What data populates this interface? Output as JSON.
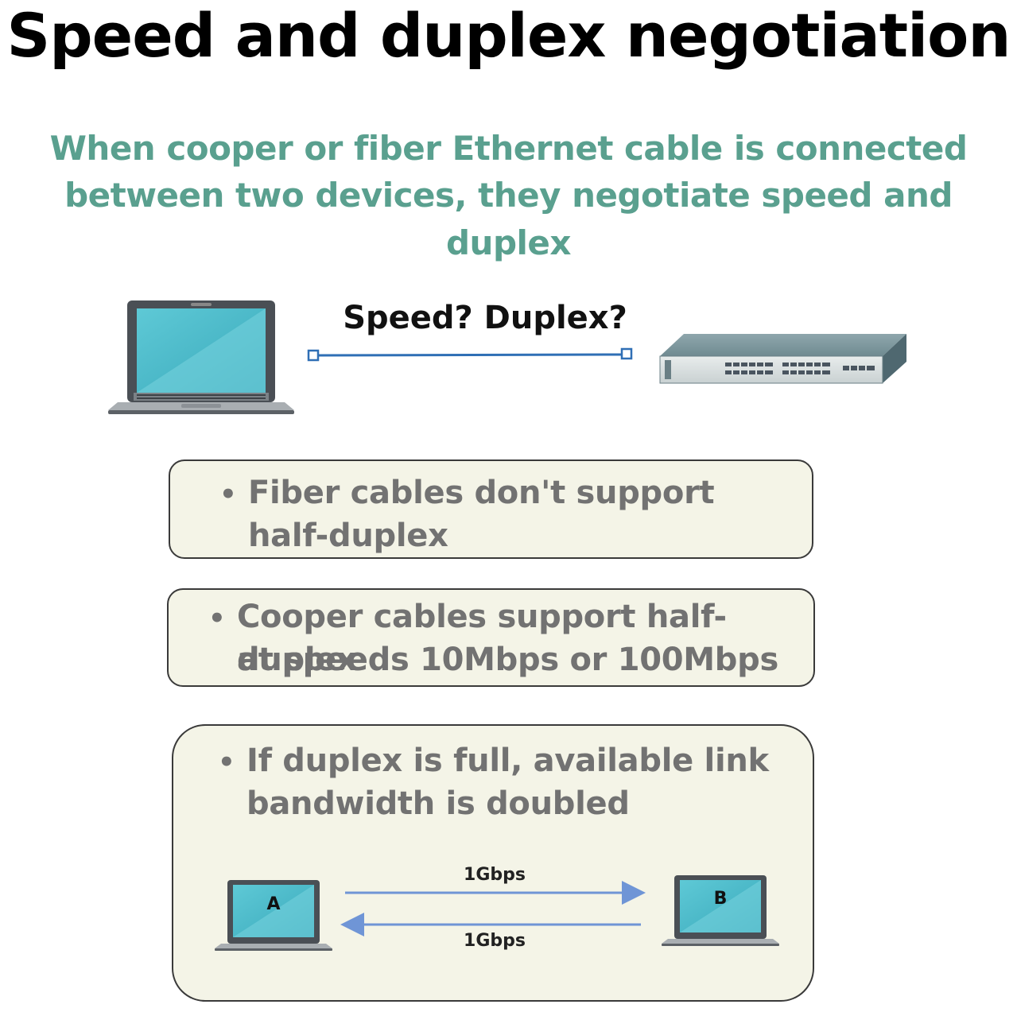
{
  "title": "Speed and duplex negotiation",
  "subtitle": {
    "line1": "When cooper or fiber Ethernet cable is connected",
    "line2": "between two devices, they negotiate speed and duplex"
  },
  "negotiation": {
    "label": "Speed? Duplex?",
    "left_device": "laptop-icon",
    "right_device": "switch-icon"
  },
  "notes": [
    {
      "bullet": "•",
      "line1": "Fiber cables don't support",
      "line2": "half-duplex"
    },
    {
      "bullet": "•",
      "line1": "Cooper cables support half-duplex",
      "line2": "at speeds 10Mbps or 100Mbps"
    },
    {
      "bullet": "•",
      "line1": "If duplex is full, available link",
      "line2": "bandwidth is doubled"
    }
  ],
  "full_duplex_example": {
    "laptop_a": "A",
    "laptop_b": "B",
    "forward_speed": "1Gbps",
    "reverse_speed": "1Gbps"
  },
  "colors": {
    "title": "#000000",
    "subtitle": "#5aa08f",
    "box_fill": "#f4f4e7",
    "bullet_text": "#727272",
    "link_line": "#2f6fb5",
    "arrow": "#6f95d6",
    "screen": "#49b9c9"
  }
}
